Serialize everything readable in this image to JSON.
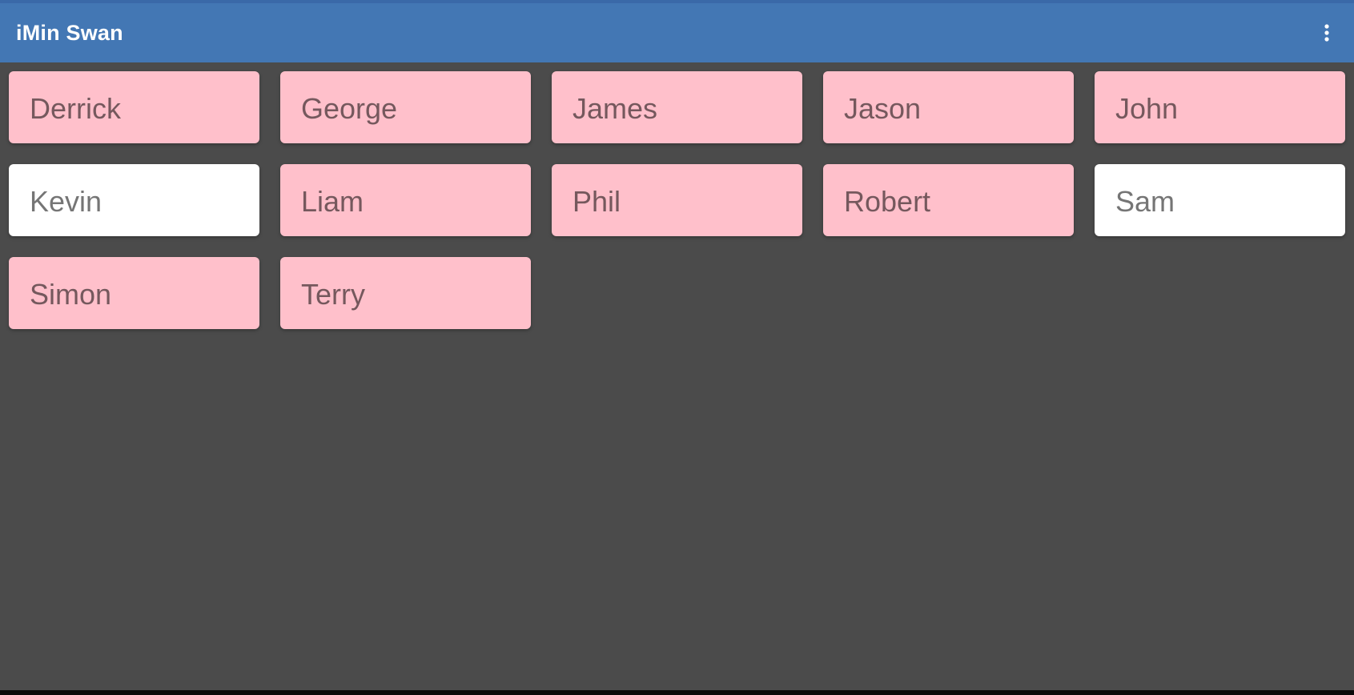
{
  "app_bar": {
    "title": "iMin Swan",
    "menu_icon": "more-vert-icon"
  },
  "colors": {
    "status_strip": "#3A69A8",
    "app_bar": "#4377B4",
    "background": "#4B4B4B",
    "card_pink": "#FFC0CB",
    "card_white": "#FFFFFF",
    "card_text": "rgba(0,0,0,0.54)",
    "title_text": "#FFFFFF",
    "nav_bar": "#0A0A0A"
  },
  "cards": [
    {
      "label": "Derrick",
      "variant": "pink"
    },
    {
      "label": "George",
      "variant": "pink"
    },
    {
      "label": "James",
      "variant": "pink"
    },
    {
      "label": "Jason",
      "variant": "pink"
    },
    {
      "label": "John",
      "variant": "pink"
    },
    {
      "label": "Kevin",
      "variant": "white"
    },
    {
      "label": "Liam",
      "variant": "pink"
    },
    {
      "label": "Phil",
      "variant": "pink"
    },
    {
      "label": "Robert",
      "variant": "pink"
    },
    {
      "label": "Sam",
      "variant": "white"
    },
    {
      "label": "Simon",
      "variant": "pink"
    },
    {
      "label": "Terry",
      "variant": "pink"
    }
  ]
}
